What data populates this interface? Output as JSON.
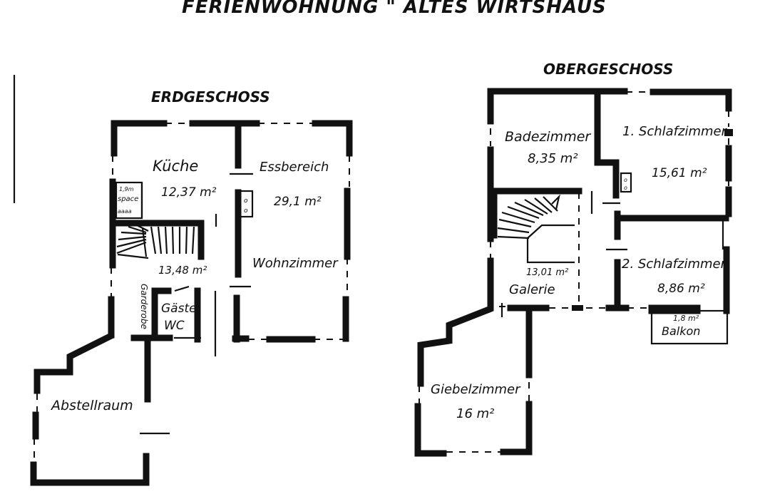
{
  "title": "FERIENWOHNUNG \" ALTES WIRTSHAUS",
  "floors": {
    "ground": {
      "label": "ERDGESCHOSS",
      "rooms": {
        "kueche": {
          "name": "Küche",
          "area": "12,37 m²"
        },
        "essbereich": {
          "name": "Essbereich",
          "area": "29,1 m²"
        },
        "wohnzimmer": {
          "name": "Wohnzimmer"
        },
        "flur": {
          "area": "13,48 m²"
        },
        "gaeste_wc": {
          "name": "Gäste-",
          "name2": "WC"
        },
        "garderobe": {
          "name": "Garderobe"
        },
        "abstellraum": {
          "name": "Abstellraum"
        },
        "space": {
          "top": "1,9m",
          "middle": "space",
          "bottom": "aaaa"
        }
      }
    },
    "upper": {
      "label": "OBERGESCHOSS",
      "rooms": {
        "badezimmer": {
          "name": "Badezimmer",
          "area": "8,35 m²"
        },
        "schlaf1": {
          "name": "1. Schlafzimmer",
          "area": "15,61 m²"
        },
        "schlaf2": {
          "name": "2. Schlafzimmer",
          "area": "8,86 m²"
        },
        "galerie": {
          "name": "Galerie",
          "area": "13,01 m²"
        },
        "balkon": {
          "name": "Balkon",
          "area": "1,8 m²"
        },
        "giebelzimmer": {
          "name": "Giebelzimmer",
          "area": "16 m²"
        }
      }
    }
  }
}
